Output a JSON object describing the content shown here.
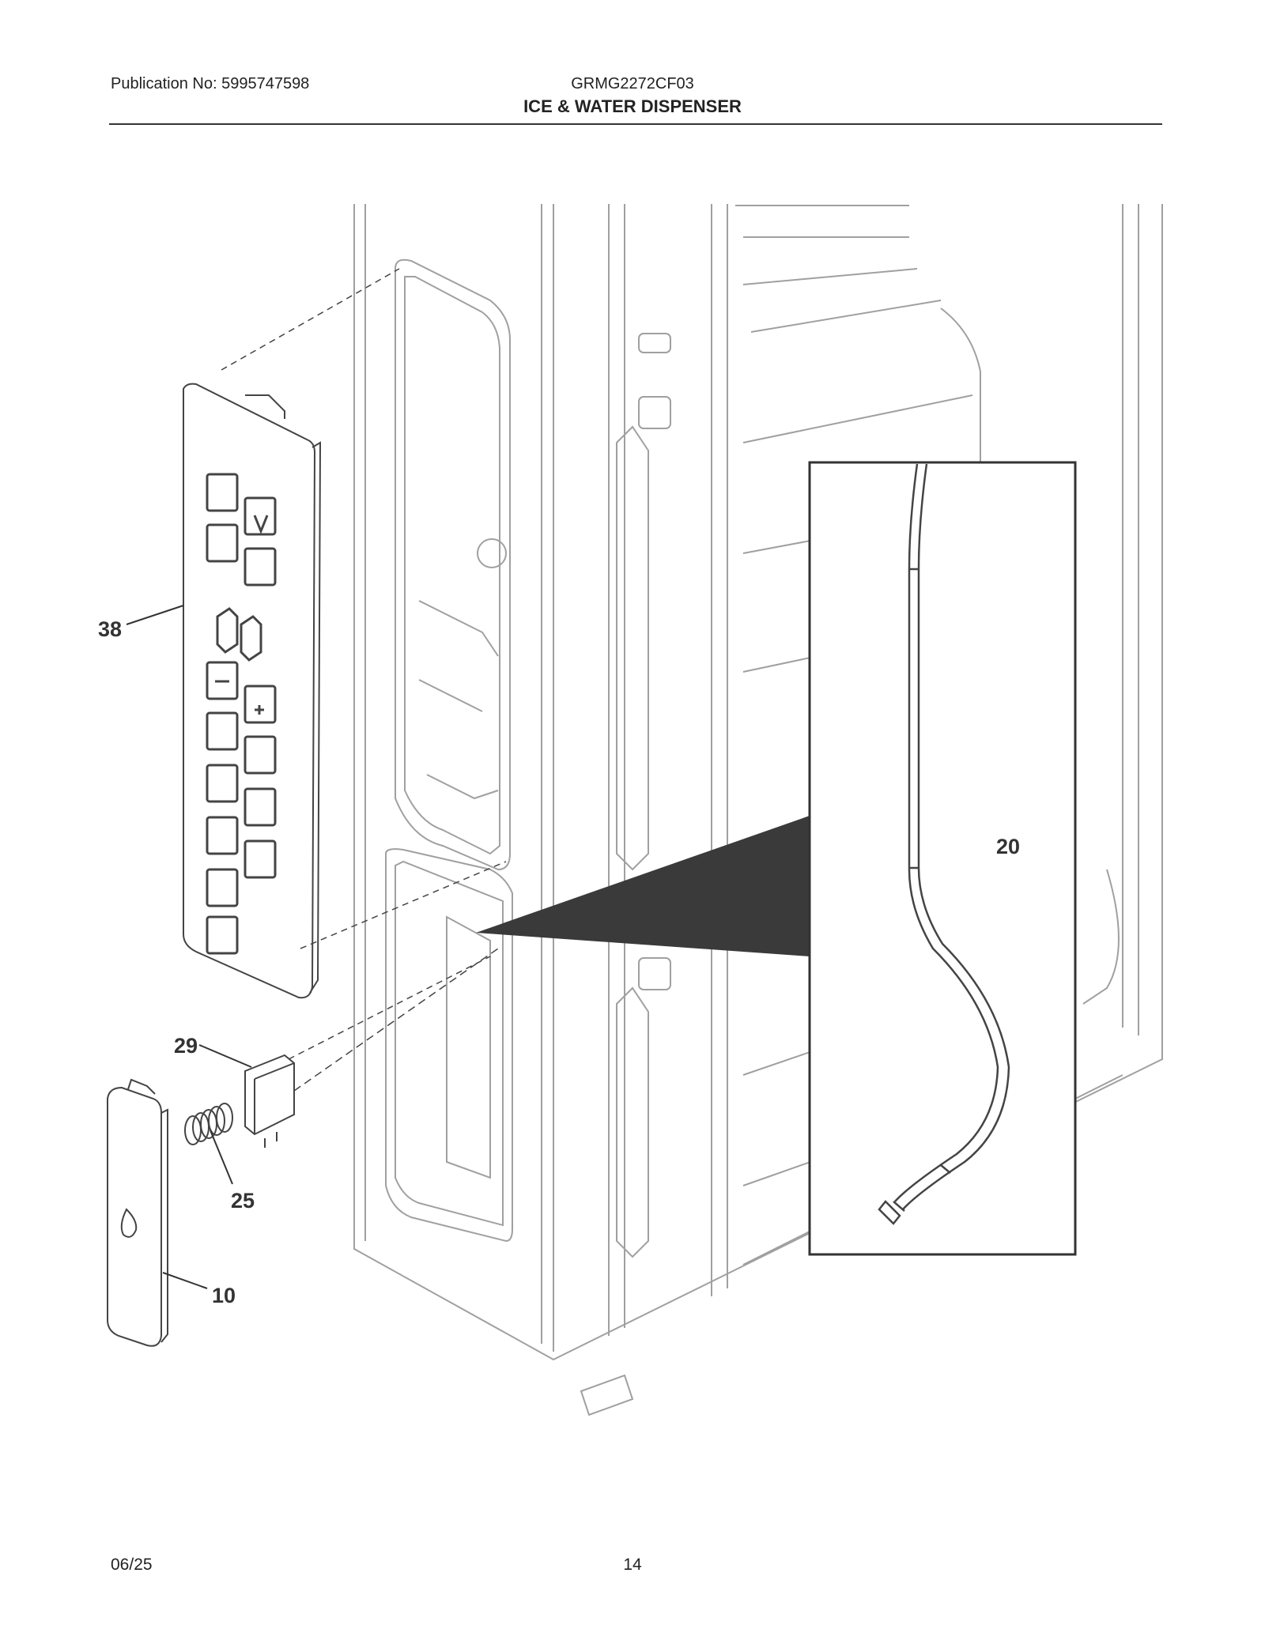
{
  "header": {
    "publication": "Publication No: 5995747598",
    "model": "GRMG2272CF03",
    "title": "ICE & WATER DISPENSER"
  },
  "callouts": [
    "38",
    "29",
    "25",
    "10",
    "20"
  ],
  "footer": {
    "date": "06/25",
    "page": "14"
  },
  "colors": {
    "line": "#444444",
    "light_line": "#9a9a9a",
    "detail_fill": "#3a3a3a"
  }
}
